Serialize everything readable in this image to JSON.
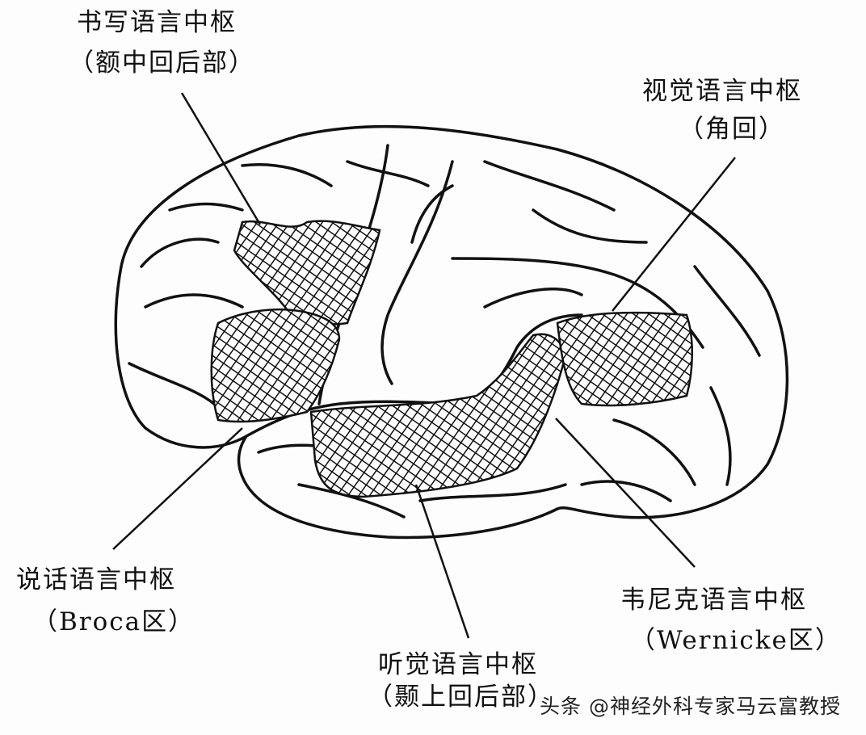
{
  "labels": {
    "writing": {
      "title": "书写语言中枢",
      "location": "（额中回后部）"
    },
    "visual": {
      "title": "视觉语言中枢",
      "location": "（角回）"
    },
    "speech": {
      "title": "说话语言中枢",
      "location": "（Broca区）"
    },
    "wernicke": {
      "title": "韦尼克语言中枢",
      "location": "（Wernicke区）"
    },
    "auditory": {
      "title": "听觉语言中枢",
      "location": "（颞上回后部）"
    }
  },
  "watermark": "头条 @神经外科专家马云富教授"
}
